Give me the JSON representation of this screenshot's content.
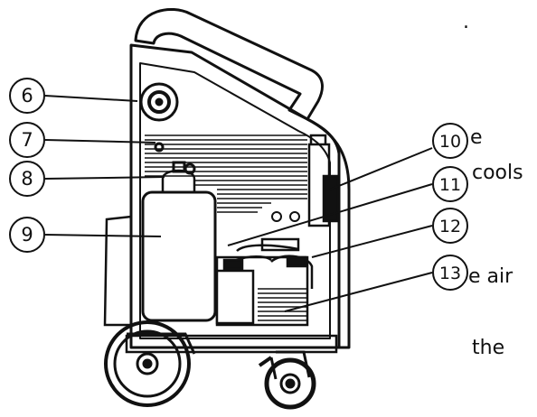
{
  "diagram": {
    "callouts": [
      {
        "id": "c6",
        "number": "6"
      },
      {
        "id": "c7",
        "number": "7"
      },
      {
        "id": "c8",
        "number": "8"
      },
      {
        "id": "c9",
        "number": "9"
      },
      {
        "id": "c10",
        "number": "10"
      },
      {
        "id": "c11",
        "number": "11"
      },
      {
        "id": "c12",
        "number": "12"
      },
      {
        "id": "c13",
        "number": "13"
      }
    ],
    "text_fragments": [
      {
        "id": "dot",
        "text": "."
      },
      {
        "id": "e",
        "text": "e"
      },
      {
        "id": "cools",
        "text": "cools"
      },
      {
        "id": "air",
        "text": "e air"
      },
      {
        "id": "the",
        "text": "the"
      }
    ]
  },
  "colors": {
    "line": "#111111",
    "background": "#ffffff"
  }
}
